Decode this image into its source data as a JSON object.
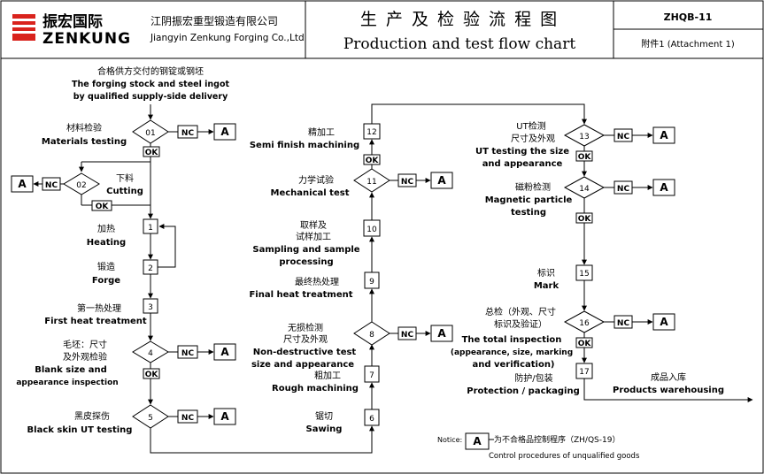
{
  "header": {
    "company_cn": "江阴振宏重型锻造有限公司",
    "company_en": "Jiangyin Zenkung Forging Co.,Ltd",
    "logo_cn": "振宏国际",
    "logo_en": "ZENKUNG",
    "title_cn": "生 产 及 检 验 流 程 图",
    "title_en": "Production and test flow chart",
    "doc_code": "ZHQB-11",
    "attachment": "附件1 (Attachment 1)"
  },
  "labels": {
    "nc": "NC",
    "ok": "OK",
    "a": "A"
  },
  "steps": [
    {
      "id": "source_cn",
      "text": "合格供方交付的钢锭或钢坯"
    },
    {
      "id": "source_en1",
      "text": "The forging stock and steel ingot"
    },
    {
      "id": "source_en2",
      "text": "by qualified supply-side delivery"
    },
    {
      "id": "s01",
      "num": "01",
      "cn": "材料检验",
      "en": "Materials testing"
    },
    {
      "id": "s02",
      "num": "02",
      "cn": "下料",
      "en": "Cutting"
    },
    {
      "id": "s1",
      "num": "1",
      "cn": "加热",
      "en": "Heating"
    },
    {
      "id": "s2",
      "num": "2",
      "cn": "锻造",
      "en": "Forge"
    },
    {
      "id": "s3",
      "num": "3",
      "cn": "第一热处理",
      "en": "First heat treatment"
    },
    {
      "id": "s4",
      "num": "4",
      "cn1": "毛坯：尺寸",
      "cn2": "及外观检验",
      "en1": "Blank size and",
      "en2": "appearance inspection"
    },
    {
      "id": "s5",
      "num": "5",
      "cn": "黑皮探伤",
      "en": "Black skin UT testing"
    },
    {
      "id": "s6",
      "num": "6",
      "cn": "锯切",
      "en": "Sawing"
    },
    {
      "id": "s7",
      "num": "7",
      "cn": "粗加工",
      "en": "Rough machining"
    },
    {
      "id": "s8",
      "num": "8",
      "cn1": "无损检测",
      "cn2": "尺寸及外观",
      "en1": "Non-destructive test",
      "en2": "size and appearance"
    },
    {
      "id": "s9",
      "num": "9",
      "cn": "最终热处理",
      "en": "Final heat treatment"
    },
    {
      "id": "s10",
      "num": "10",
      "cn1": "取样及",
      "cn2": "试样加工",
      "en1": "Sampling and sample",
      "en2": "processing"
    },
    {
      "id": "s11",
      "num": "11",
      "cn": "力学试验",
      "en": "Mechanical test"
    },
    {
      "id": "s12",
      "num": "12",
      "cn": "精加工",
      "en": "Semi finish machining"
    },
    {
      "id": "s13",
      "num": "13",
      "cn1": "UT检测",
      "cn2": "尺寸及外观",
      "en1": "UT testing the size",
      "en2": "and appearance"
    },
    {
      "id": "s14",
      "num": "14",
      "cn": "磁粉检测",
      "en1": "Magnetic particle",
      "en2": "testing"
    },
    {
      "id": "s15",
      "num": "15",
      "cn": "标识",
      "en": "Mark"
    },
    {
      "id": "s16",
      "num": "16",
      "cn1": "总检（外观、尺寸",
      "cn2": "标识及验证）",
      "en1": "The total inspection",
      "en2": "(appearance, size, marking",
      "en3": "and verification)"
    },
    {
      "id": "s17",
      "num": "17",
      "cn": "防护/包装",
      "en": "Protection / packaging"
    },
    {
      "id": "warehouse",
      "cn": "成品入库",
      "en": "Products warehousing"
    }
  ],
  "notice": {
    "label": "Notice:",
    "box": "A",
    "cn": "为不合格品控制程序（ZH/QS-19）",
    "en": "Control procedures of unqualified goods"
  }
}
